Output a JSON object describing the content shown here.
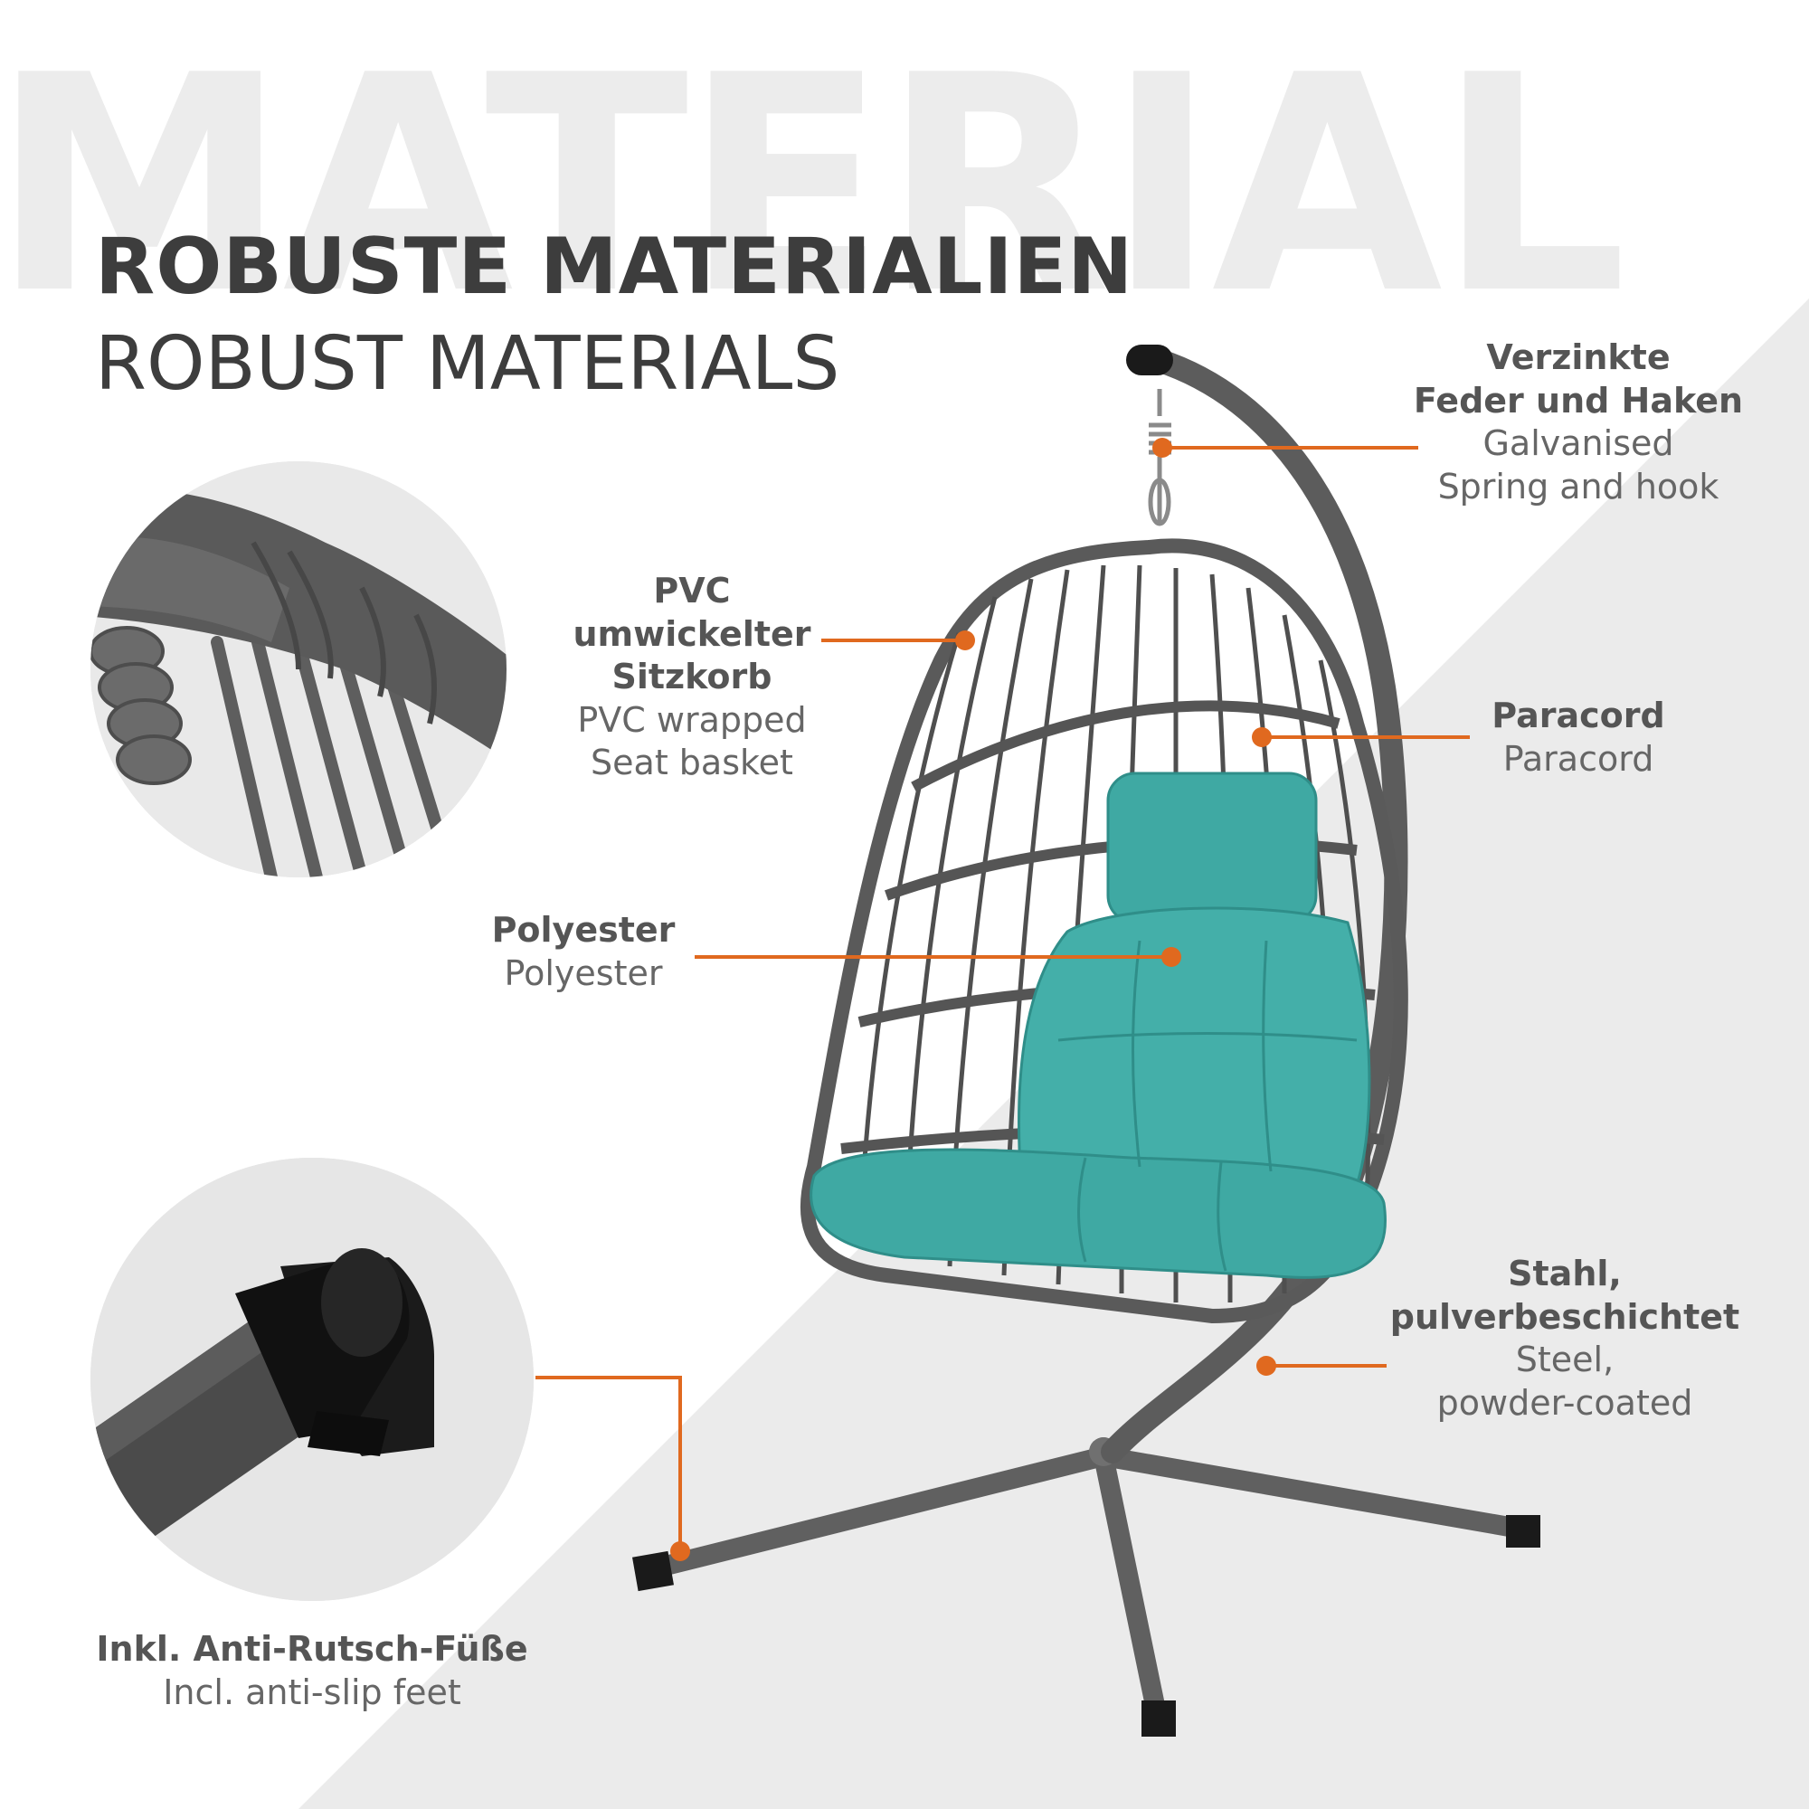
{
  "watermark": "MATERIAL",
  "title": {
    "de": "ROBUSTE MATERIALIEN",
    "en": "ROBUST MATERIALS"
  },
  "callouts": {
    "spring": {
      "de_1": "Verzinkte",
      "de_2": "Feder und Haken",
      "en_1": "Galvanised",
      "en_2": "Spring and hook"
    },
    "basket": {
      "de_1": "PVC umwickelter",
      "de_2": "Sitzkorb",
      "en_1": "PVC wrapped",
      "en_2": "Seat basket"
    },
    "paracord": {
      "de": "Paracord",
      "en": "Paracord"
    },
    "polyester": {
      "de": "Polyester",
      "en": "Polyester"
    },
    "steel": {
      "de_1": "Stahl,",
      "de_2": "pulverbeschichtet",
      "en_1": "Steel,",
      "en_2": "powder-coated"
    },
    "feet": {
      "de": "Inkl. Anti-Rutsch-Füße",
      "en": "Incl. anti-slip feet"
    }
  },
  "colors": {
    "accent": "#e0691f",
    "text_dark": "#3d3d3d",
    "cushion": "#3fa9a3",
    "frame": "#555555"
  }
}
